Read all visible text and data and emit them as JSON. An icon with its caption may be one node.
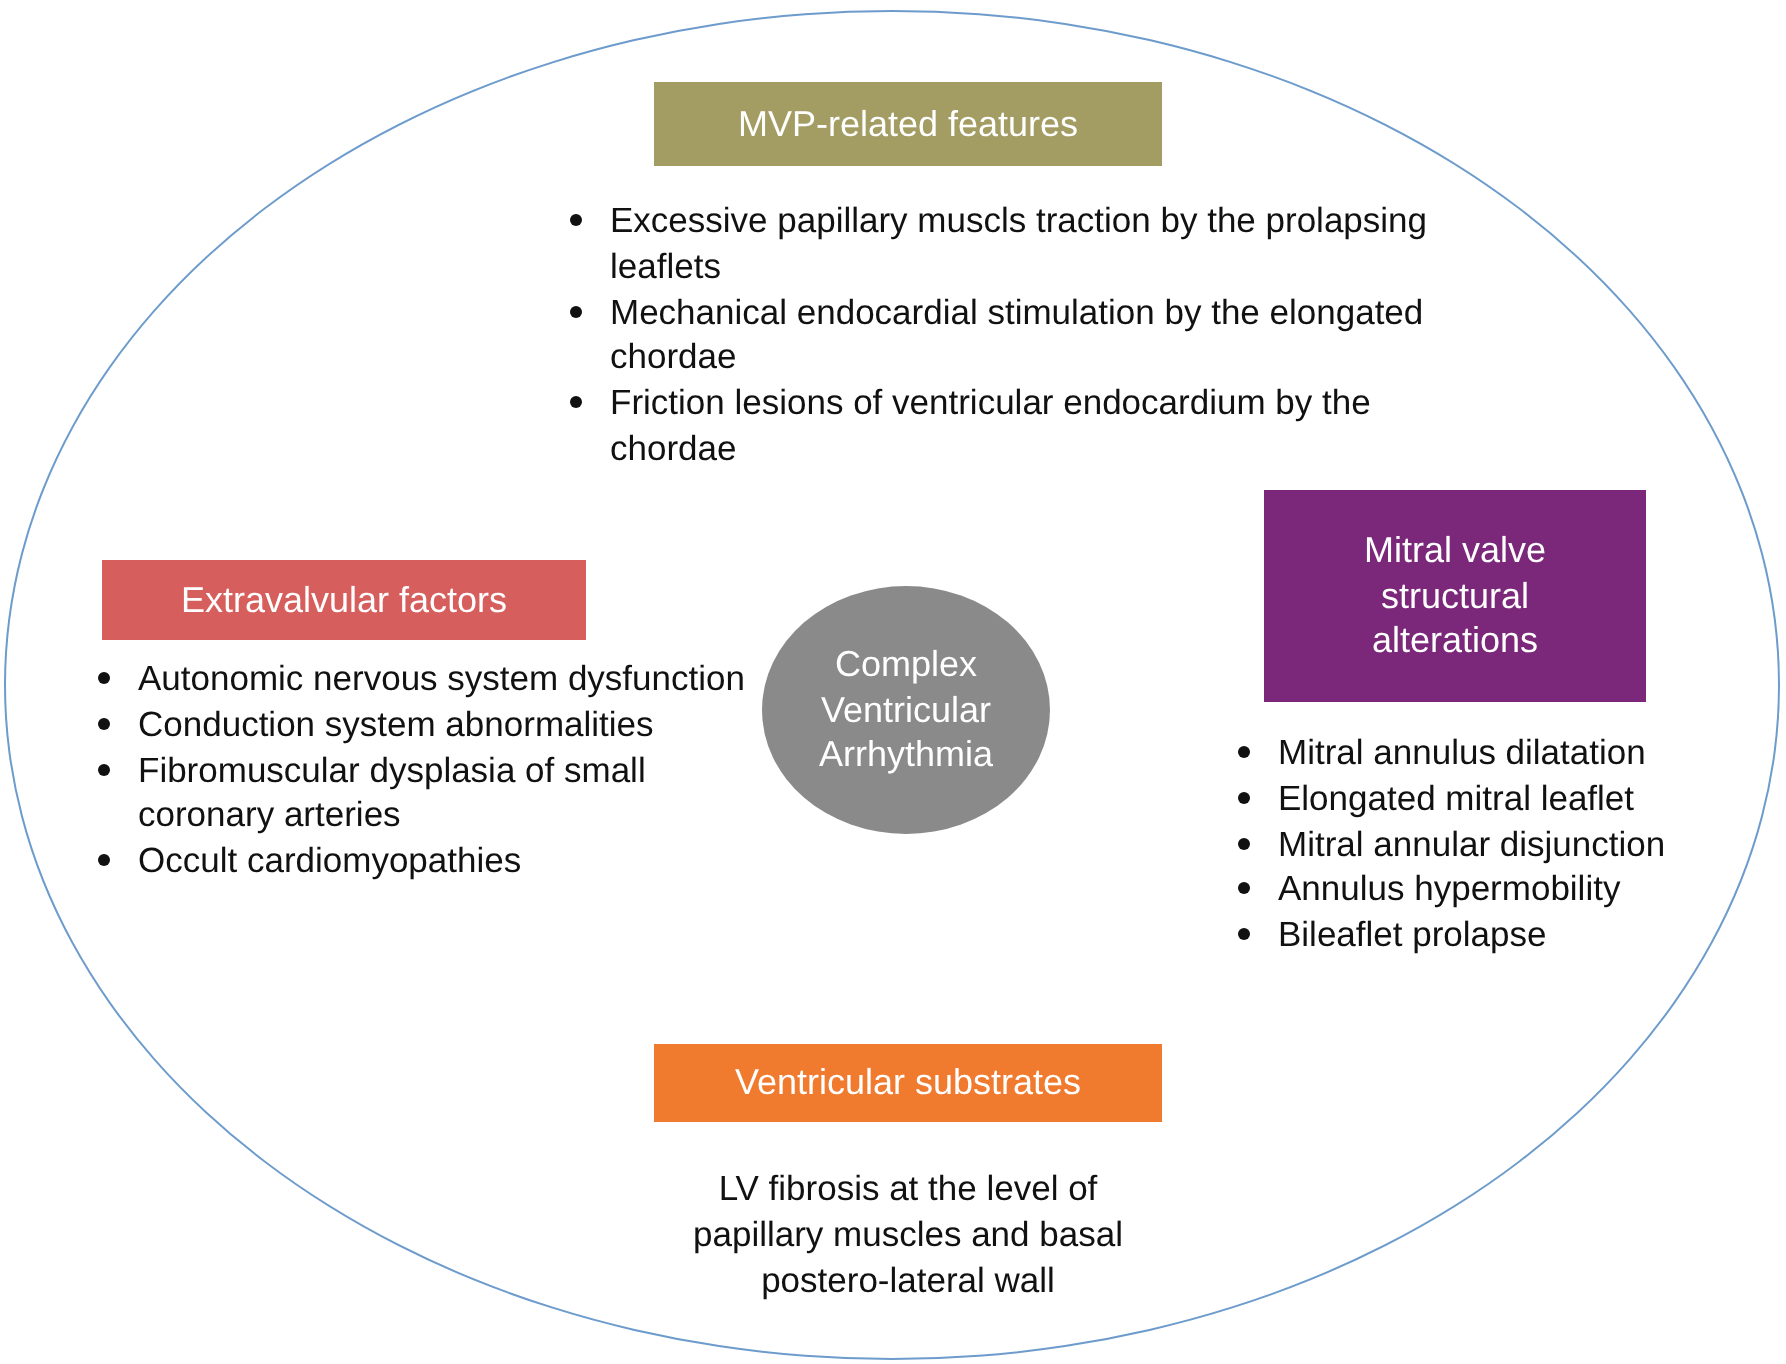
{
  "diagram": {
    "nodes": [
      {
        "text": [],
        "shape": "ellipse"
      },
      {
        "text": [
          "MVP-related features"
        ],
        "in": 0,
        "beside": [
          "Excessive papillary muscls traction by the prolapsing leaflets",
          "Mechanical endocardial stimulation by the elongated chordae",
          "Friction lesions of ventricular endocardium by the chordae"
        ]
      },
      {
        "text": [
          "Extravalvular factors"
        ],
        "in": 0,
        "beside": [
          "Autonomic nervous system dysfunction",
          "Conduction system abnormalities",
          "Fibromuscular dysplasia of small coronary arteries",
          "Occult cardiomyopathies"
        ]
      },
      {
        "text": [
          "Complex Ventricular Arrhythmia"
        ],
        "in": 0
      },
      {
        "text": [
          "Mitral valve structural alterations"
        ],
        "in": 0,
        "beside": [
          "Mitral annulus dilatation",
          "Elongated mitral leaflet",
          "Mitral annular disjunction",
          "Annulus hypermobility",
          "Bileaflet prolapse"
        ]
      },
      {
        "text": [
          "Ventricular substrates"
        ],
        "in": 0,
        "beside": [
          "LV fibrosis at the level of papillary muscles and basal postero-lateral wall"
        ]
      }
    ]
  }
}
